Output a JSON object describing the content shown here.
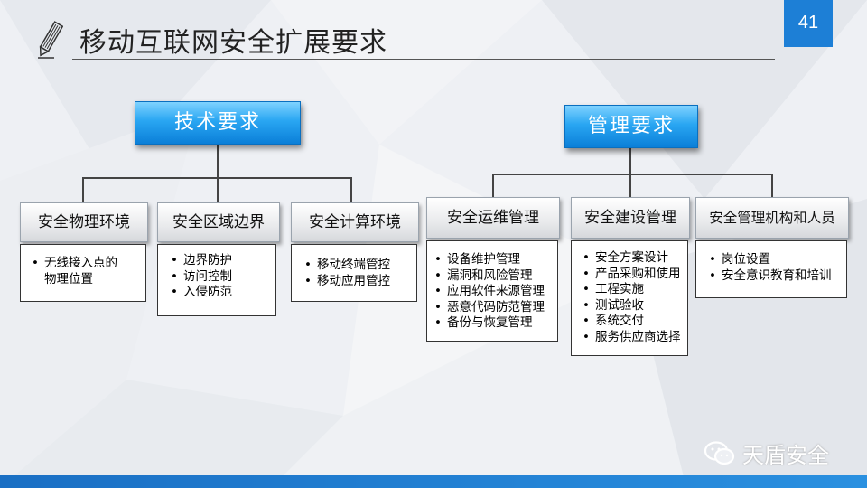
{
  "slide": {
    "title": "移动互联网安全扩展要求",
    "page_number": "41"
  },
  "tech": {
    "label": "技术要求",
    "categories": [
      {
        "label": "安全物理环境",
        "items": [
          "无线接入点的",
          "物理位置"
        ]
      },
      {
        "label": "安全区域边界",
        "items": [
          "边界防护",
          "访问控制",
          "入侵防范"
        ]
      },
      {
        "label": "安全计算环境",
        "items": [
          "移动终端管控",
          "移动应用管控"
        ]
      }
    ]
  },
  "mgmt": {
    "label": "管理要求",
    "categories": [
      {
        "label": "安全运维管理",
        "items": [
          "设备维护管理",
          "漏洞和风险管理",
          "应用软件来源管理",
          "恶意代码防范管理",
          "备份与恢复管理"
        ]
      },
      {
        "label": "安全建设管理",
        "items": [
          "安全方案设计",
          "产品采购和使用",
          "工程实施",
          "测试验收",
          "系统交付",
          "服务供应商选择"
        ]
      },
      {
        "label": "安全管理机构和人员",
        "items": [
          "岗位设置",
          "安全意识教育和培训"
        ]
      }
    ]
  },
  "watermark": {
    "text": "天盾安全",
    "icon": "wechat-icon"
  },
  "colors": {
    "accent": "#1d7fd6",
    "head_box": "#1a96ea"
  }
}
